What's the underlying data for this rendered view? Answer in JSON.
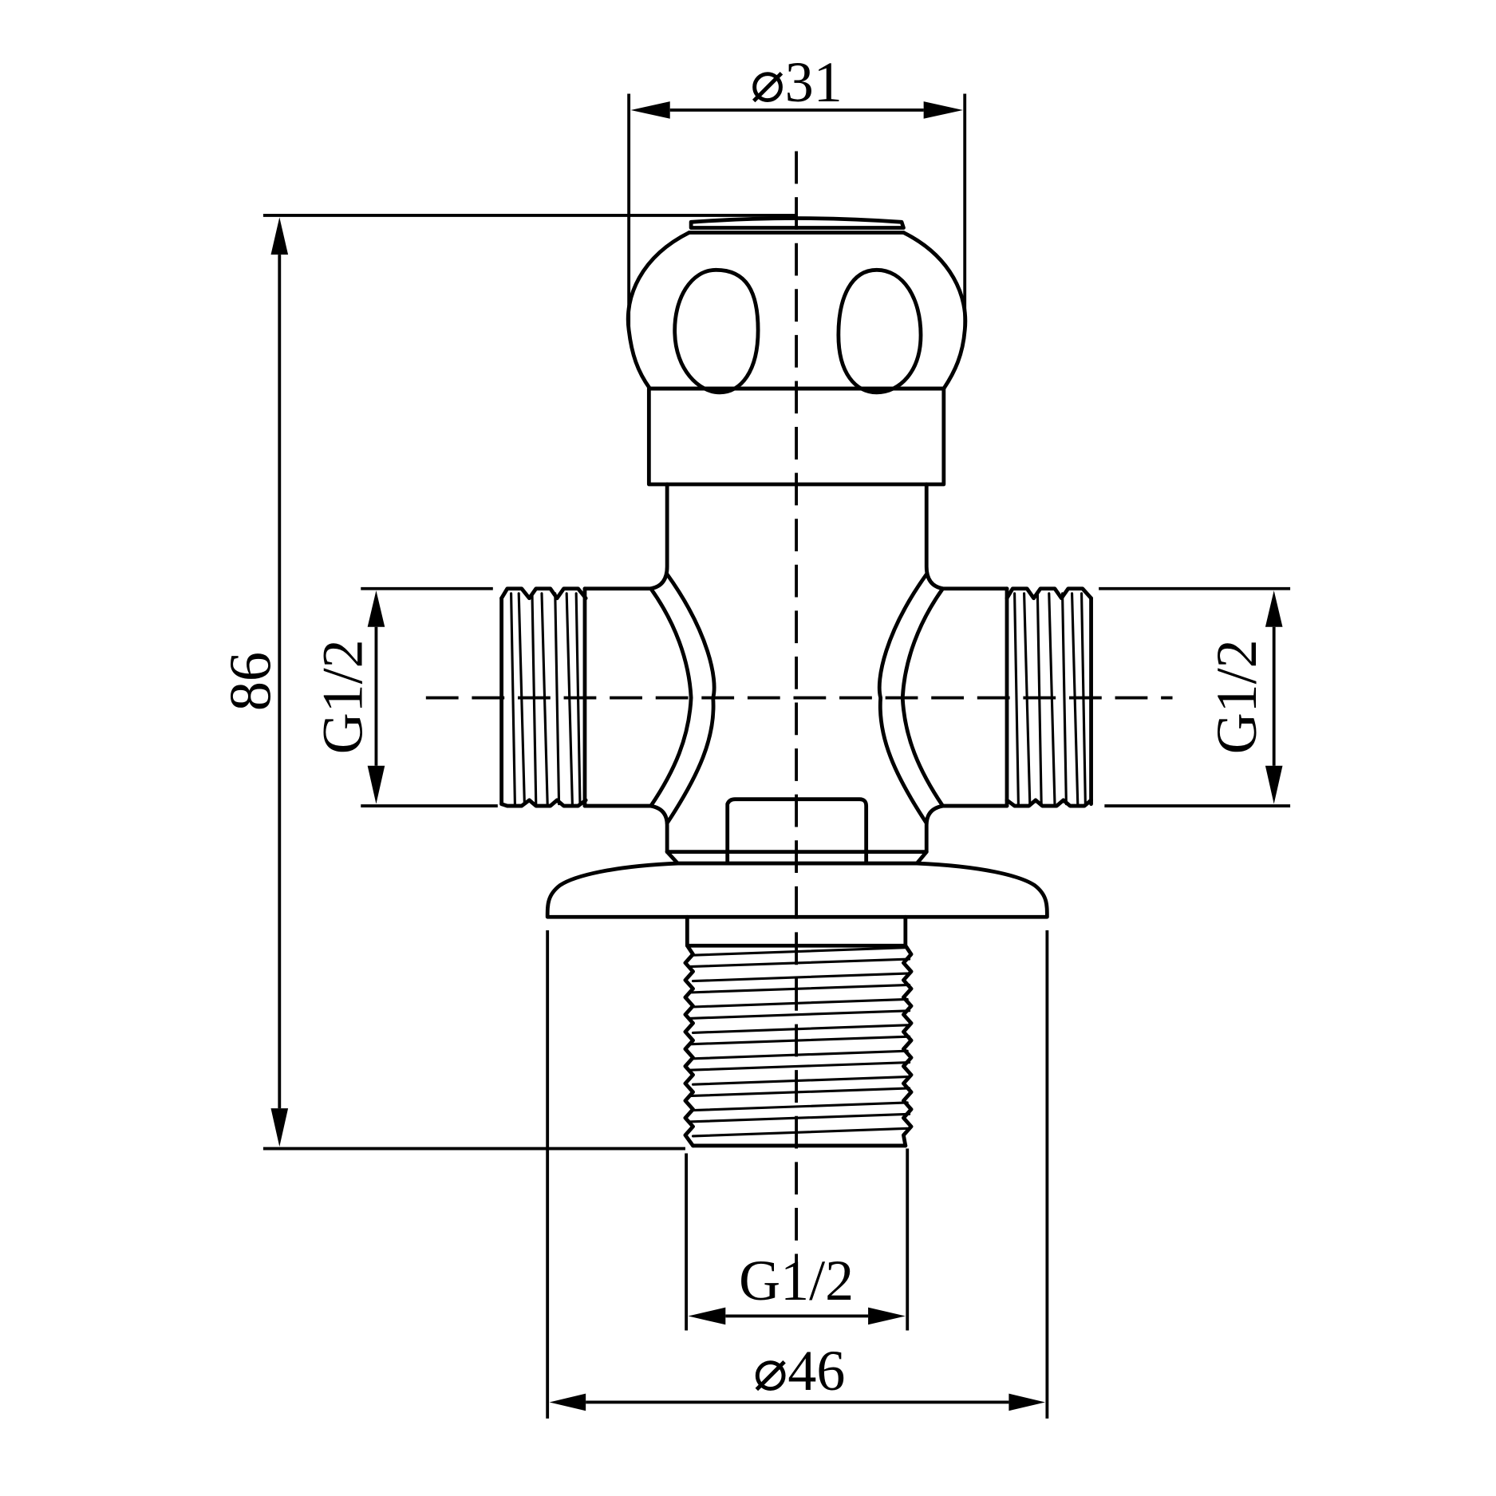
{
  "drawing": {
    "title": "Angle valve with two G1/2 outlets - dimension drawing",
    "colors": {
      "line": "#000000",
      "background": "#ffffff"
    }
  },
  "dimensions": {
    "handle_diameter": "⌀31",
    "overall_height": "86",
    "left_outlet_thread": "G1/2",
    "right_outlet_thread": "G1/2",
    "bottom_inlet_thread": "G1/2",
    "flange_diameter": "⌀46"
  }
}
